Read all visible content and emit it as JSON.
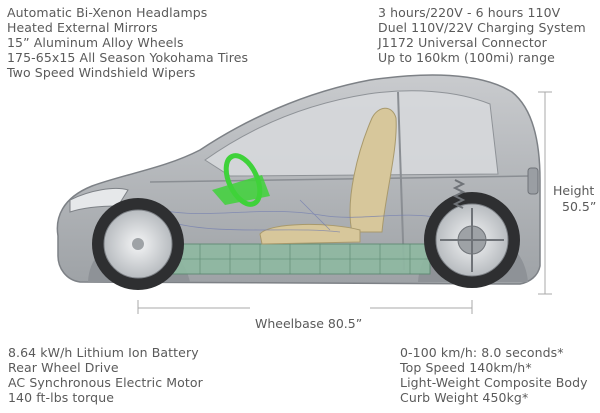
{
  "specs": {
    "top_left": [
      "Automatic Bi-Xenon Headlamps",
      "Heated External Mirrors",
      "15” Aluminum Alloy Wheels",
      "175-65x15 All Season Yokohama Tires",
      "Two Speed Windshield Wipers"
    ],
    "top_right": [
      "3 hours/220V - 6 hours 110V",
      "Duel 110V/22V Charging System",
      "J1172 Universal Connector",
      "Up to 160km (100mi) range"
    ],
    "bottom_left": [
      "8.64 kW/h Lithium Ion Battery",
      "Rear Wheel Drive",
      "AC Synchronous Electric Motor",
      "140 ft-lbs torque"
    ],
    "bottom_right": [
      "0-100 km/h: 8.0 seconds*",
      "Top Speed 140km/h*",
      "Light-Weight Composite Body",
      "Curb Weight 450kg*"
    ]
  },
  "dimensions": {
    "height_label": "Height",
    "height_value": "50.5”",
    "wheelbase_label": "Wheelbase 80.5”"
  },
  "colors": {
    "body_gray": "#b9bcbf",
    "window_gray": "#d4d6d8",
    "battery_green": "#8fb9a2",
    "steering_green": "#3fd23a",
    "seat_tan": "#d7c79b",
    "tire_dark": "#2e2f31",
    "rim_light": "#e8eaec",
    "dimension_line": "#a9a9a9",
    "text": "#5a5a5a"
  }
}
